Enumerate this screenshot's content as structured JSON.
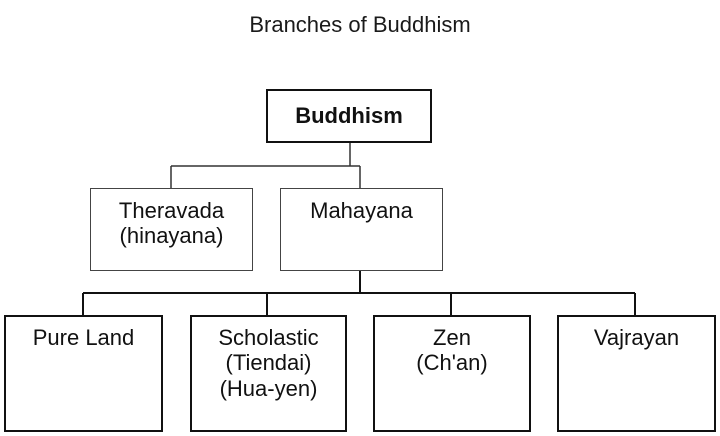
{
  "title": "Branches of Buddhism",
  "root": {
    "lines": [
      "Buddhism"
    ]
  },
  "branches": [
    {
      "lines": [
        "Theravada",
        "(hinayana)"
      ]
    },
    {
      "lines": [
        "Mahayana"
      ]
    }
  ],
  "mahayana_schools": [
    {
      "lines": [
        "Pure Land"
      ]
    },
    {
      "lines": [
        "Scholastic",
        "(Tiendai)",
        "(Hua-yen)"
      ]
    },
    {
      "lines": [
        "Zen",
        "(Ch'an)"
      ]
    },
    {
      "lines": [
        "Vajrayan"
      ]
    }
  ]
}
